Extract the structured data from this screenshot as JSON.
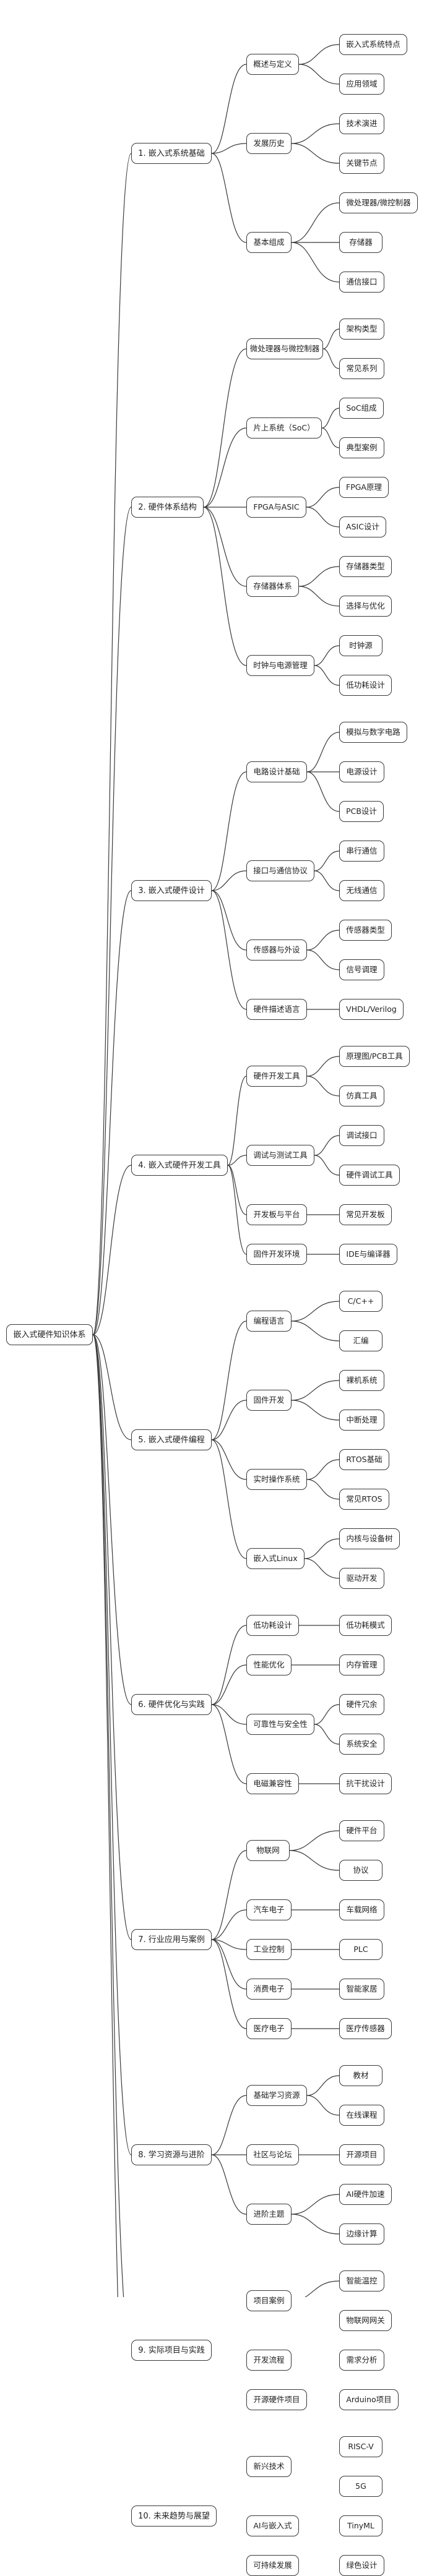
{
  "root": "嵌入式硬件知识体系",
  "branches": [
    {
      "label": "1. 嵌入式系统基础",
      "children": [
        {
          "label": "概述与定义",
          "children": [
            "嵌入式系统特点",
            "应用领域"
          ]
        },
        {
          "label": "发展历史",
          "children": [
            "技术演进",
            "关键节点"
          ]
        },
        {
          "label": "基本组成",
          "children": [
            "微处理器/微控制器",
            "存储器",
            "通信接口"
          ]
        }
      ]
    },
    {
      "label": "2. 硬件体系结构",
      "children": [
        {
          "label": "微处理器与微控制器",
          "children": [
            "架构类型",
            "常见系列"
          ]
        },
        {
          "label": "片上系统（SoC）",
          "children": [
            "SoC组成",
            "典型案例"
          ]
        },
        {
          "label": "FPGA与ASIC",
          "children": [
            "FPGA原理",
            "ASIC设计"
          ]
        },
        {
          "label": "存储器体系",
          "children": [
            "存储器类型",
            "选择与优化"
          ]
        },
        {
          "label": "时钟与电源管理",
          "children": [
            "时钟源",
            "低功耗设计"
          ]
        }
      ]
    },
    {
      "label": "3. 嵌入式硬件设计",
      "children": [
        {
          "label": "电路设计基础",
          "children": [
            "模拟与数字电路",
            "电源设计",
            "PCB设计"
          ]
        },
        {
          "label": "接口与通信协议",
          "children": [
            "串行通信",
            "无线通信"
          ]
        },
        {
          "label": "传感器与外设",
          "children": [
            "传感器类型",
            "信号调理"
          ]
        },
        {
          "label": "硬件描述语言",
          "children": [
            "VHDL/Verilog"
          ]
        }
      ]
    },
    {
      "label": "4. 嵌入式硬件开发工具",
      "children": [
        {
          "label": "硬件开发工具",
          "children": [
            "原理图/PCB工具",
            "仿真工具"
          ]
        },
        {
          "label": "调试与测试工具",
          "children": [
            "调试接口",
            "硬件调试工具"
          ]
        },
        {
          "label": "开发板与平台",
          "children": [
            "常见开发板"
          ]
        },
        {
          "label": "固件开发环境",
          "children": [
            "IDE与编译器"
          ]
        }
      ]
    },
    {
      "label": "5. 嵌入式硬件编程",
      "children": [
        {
          "label": "编程语言",
          "children": [
            "C/C++",
            "汇编"
          ]
        },
        {
          "label": "固件开发",
          "children": [
            "裸机系统",
            "中断处理"
          ]
        },
        {
          "label": "实时操作系统",
          "children": [
            "RTOS基础",
            "常见RTOS"
          ]
        },
        {
          "label": "嵌入式Linux",
          "children": [
            "内核与设备树",
            "驱动开发"
          ]
        }
      ]
    },
    {
      "label": "6. 硬件优化与实践",
      "children": [
        {
          "label": "低功耗设计",
          "children": [
            "低功耗模式"
          ]
        },
        {
          "label": "性能优化",
          "children": [
            "内存管理"
          ]
        },
        {
          "label": "可靠性与安全性",
          "children": [
            "硬件冗余",
            "系统安全"
          ]
        },
        {
          "label": "电磁兼容性",
          "children": [
            "抗干扰设计"
          ]
        }
      ]
    },
    {
      "label": "7. 行业应用与案例",
      "children": [
        {
          "label": "物联网",
          "children": [
            "硬件平台",
            "协议"
          ]
        },
        {
          "label": "汽车电子",
          "children": [
            "车载网络"
          ]
        },
        {
          "label": "工业控制",
          "children": [
            "PLC"
          ]
        },
        {
          "label": "消费电子",
          "children": [
            "智能家居"
          ]
        },
        {
          "label": "医疗电子",
          "children": [
            "医疗传感器"
          ]
        }
      ]
    },
    {
      "label": "8. 学习资源与进阶",
      "children": [
        {
          "label": "基础学习资源",
          "children": [
            "教材",
            "在线课程"
          ]
        },
        {
          "label": "社区与论坛",
          "children": [
            "开源项目"
          ]
        },
        {
          "label": "进阶主题",
          "children": [
            "AI硬件加速",
            "边缘计算"
          ]
        }
      ]
    },
    {
      "label": "9. 实际项目与实践",
      "children": [
        {
          "label": "项目案例",
          "children": [
            "智能温控",
            "物联网网关"
          ]
        },
        {
          "label": "开发流程",
          "children": [
            "需求分析"
          ]
        },
        {
          "label": "开源硬件项目",
          "children": [
            "Arduino项目"
          ]
        }
      ]
    },
    {
      "label": "10. 未来趋势与展望",
      "children": [
        {
          "label": "新兴技术",
          "children": [
            "RISC-V",
            "5G"
          ]
        },
        {
          "label": "AI与嵌入式",
          "children": [
            "TinyML"
          ]
        },
        {
          "label": "可持续发展",
          "children": [
            "绿色设计"
          ]
        }
      ]
    }
  ]
}
